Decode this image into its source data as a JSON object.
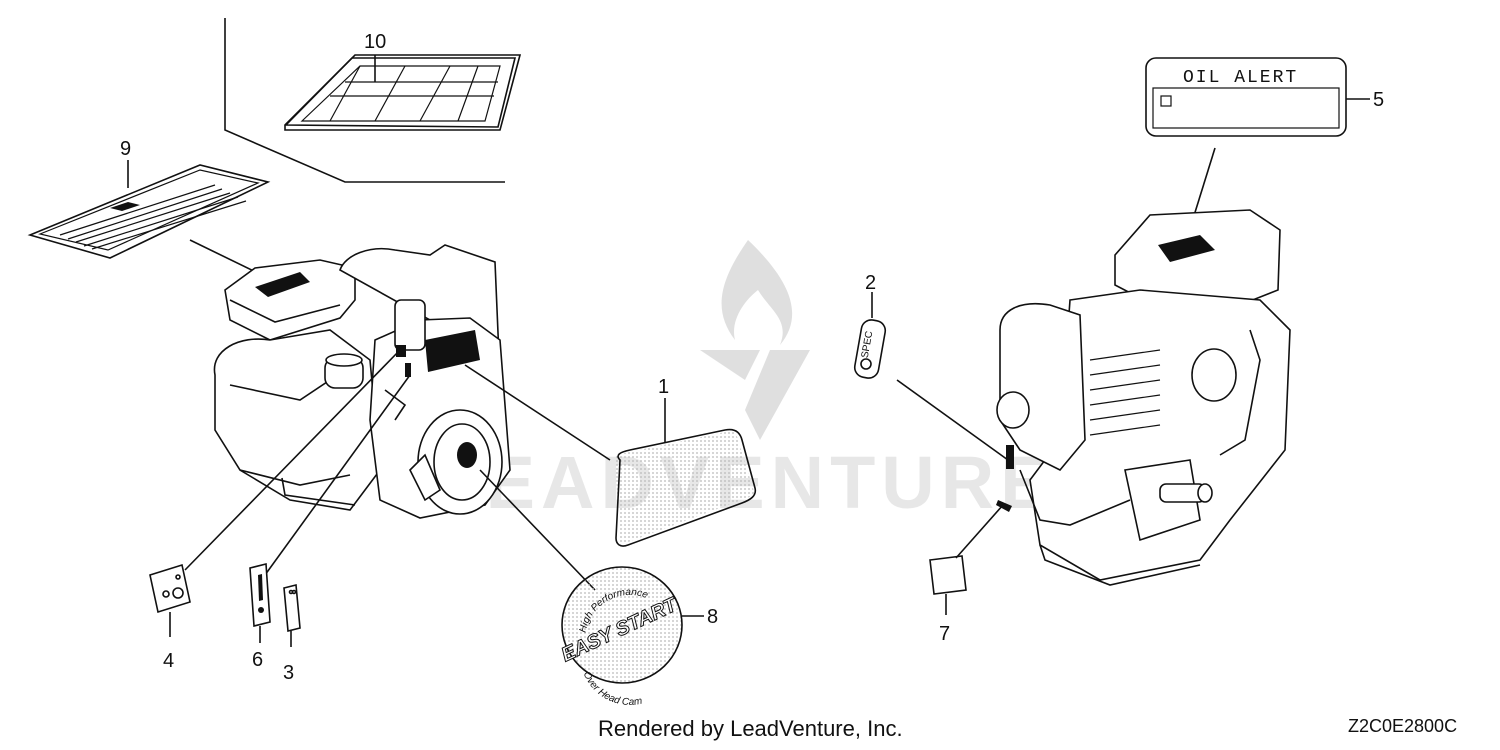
{
  "callouts": [
    {
      "id": "1",
      "label": "1"
    },
    {
      "id": "2",
      "label": "2"
    },
    {
      "id": "3",
      "label": "3"
    },
    {
      "id": "4",
      "label": "4"
    },
    {
      "id": "5",
      "label": "5"
    },
    {
      "id": "6",
      "label": "6"
    },
    {
      "id": "7",
      "label": "7"
    },
    {
      "id": "8",
      "label": "8"
    },
    {
      "id": "9",
      "label": "9"
    },
    {
      "id": "10",
      "label": "10"
    }
  ],
  "labels": {
    "oil_alert_text": "OIL ALERT",
    "easy_start_text": "EASY START",
    "high_performance_text": "High Performance",
    "over_head_cam_text": "Over Head Cam",
    "spec_text": "SPEC"
  },
  "watermark": {
    "text": "LEADVENTURE"
  },
  "footer": {
    "credit": "Rendered by LeadVenture, Inc.",
    "diagram_code": "Z2C0E2800C"
  },
  "colors": {
    "line": "#111111",
    "watermark": "#c9c9c9",
    "background": "#ffffff"
  }
}
